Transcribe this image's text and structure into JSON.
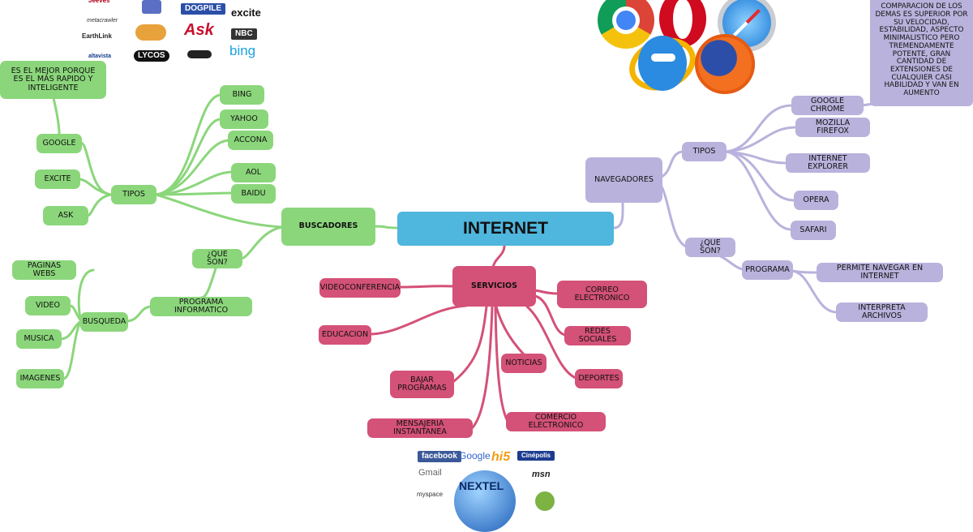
{
  "center": "INTERNET",
  "buscadores": {
    "label": "BUSCADORES",
    "tipos": "TIPOS",
    "engines": [
      "BING",
      "YAHOO",
      "ACCONA",
      "AOL",
      "BAIDU",
      "GOOGLE",
      "EXCITE",
      "ASK"
    ],
    "google_note": "ES EL MEJOR PORQUE ES EL MAS RAPIDO Y INTELIGENTE",
    "que_son": "¿QUE SON?",
    "programa": "PROGRAMA INFORMATICO",
    "busqueda": "BUSQUEDA",
    "busqueda_items": [
      "PAGINAS WEBS",
      "VIDEO",
      "MUSICA",
      "IMAGENES"
    ]
  },
  "servicios": {
    "label": "SERVICIOS",
    "items": [
      "VIDEOCONFERENCIA",
      "EDUCACION",
      "CORREO ELECTRONICO",
      "REDES SOCIALES",
      "DEPORTES",
      "NOTICIAS",
      "BAJAR PROGRAMAS",
      "MENSAJERIA INSTANTANEA",
      "COMERCIO ELECTRONICO"
    ]
  },
  "navegadores": {
    "label": "NAVEGADORES",
    "tipos": "TIPOS",
    "browsers": [
      "GOOGLE CHROME",
      "MOZILLA FIREFOX",
      "INTERNET EXPLORER",
      "OPERA",
      "SAFARI"
    ],
    "chrome_note": "COMPARACION DE LOS DEMAS ES SUPERIOR POR SU VELOCIDAD, ESTABILIDAD, ASPECTO MINIMALISTICO PERO TREMENDAMENTE POTENTE, GRAN CANTIDAD DE EXTENSIONES DE CUALQUIER CASI HABILIDAD Y VAN EN AUMENTO",
    "que_son": "¿QUE SON?",
    "programa": "PROGRAMA",
    "programa_items": [
      "PERMITE NAVEGAR EN INTERNET",
      "INTERPRETA ARCHIVOS"
    ]
  },
  "logos_top": [
    "metacrawler",
    "EarthLink",
    "altavista",
    "Ask",
    "DOGPILE",
    "excite",
    "NBC",
    "bing",
    "LYCOS"
  ],
  "logos_bottom": [
    "facebook",
    "Google",
    "hi5",
    "Cinépolis",
    "Gmail",
    "msn",
    "myspace",
    "NEXTEL"
  ],
  "colors": {
    "green": "#8bd67b",
    "pink": "#d45178",
    "purple": "#b9b2dc",
    "blue": "#4fb6dd"
  }
}
